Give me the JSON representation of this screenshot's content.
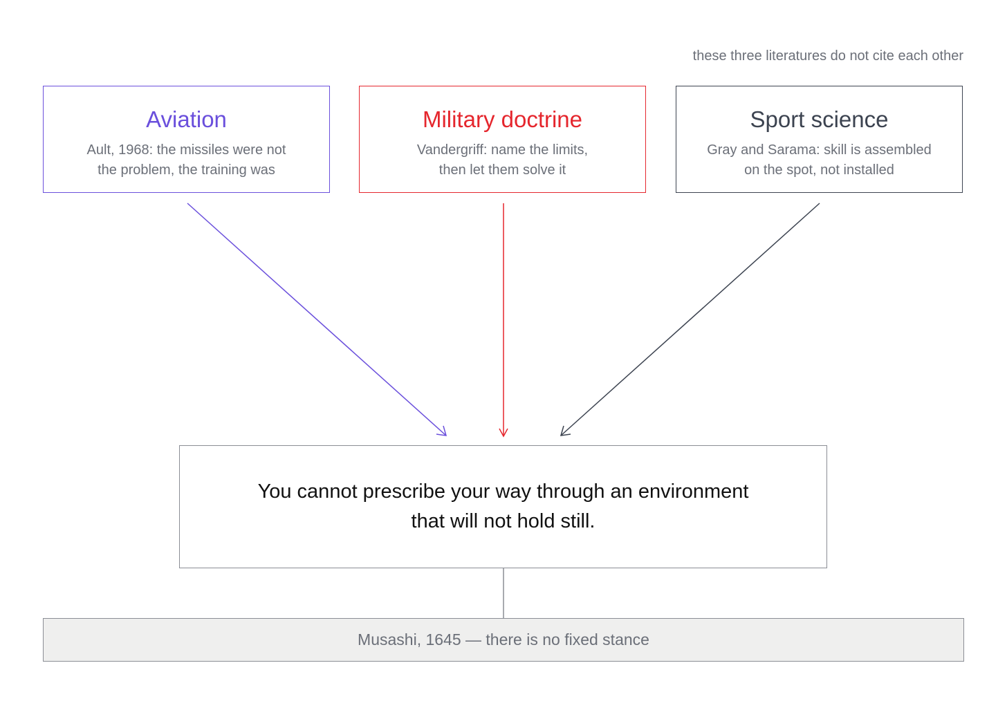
{
  "note": "these three literatures do not cite each other",
  "sources": [
    {
      "title": "Aviation",
      "description": "Ault, 1968: the missiles were not\nthe problem, the training was",
      "color": "#6a4fdc"
    },
    {
      "title": "Military doctrine",
      "description": "Vandergriff: name the limits,\nthen let them solve it",
      "color": "#e5262d"
    },
    {
      "title": "Sport science",
      "description": "Gray and Sarama: skill is assembled\non the spot, not installed",
      "color": "#3c4350"
    }
  ],
  "conclusion": "You cannot prescribe your way through an environment\nthat will not hold still.",
  "footer": "Musashi, 1645 — there is no fixed stance"
}
